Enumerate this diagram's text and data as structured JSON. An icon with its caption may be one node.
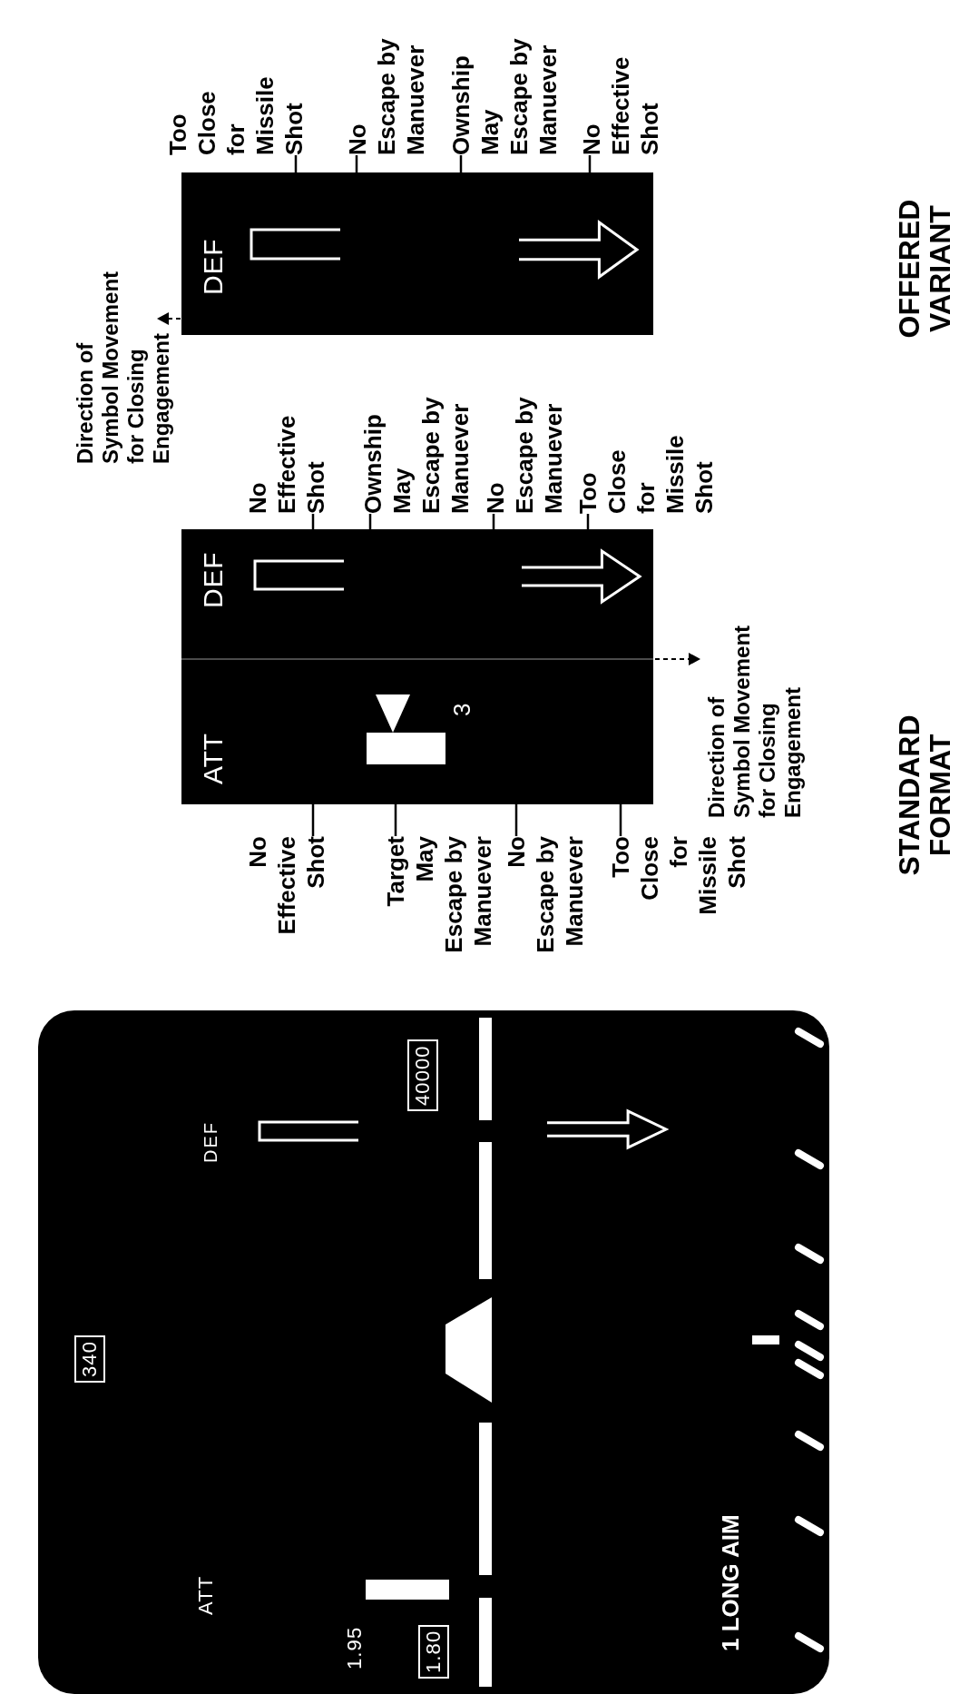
{
  "diagram": {
    "nodes": [
      {
        "text": [
          "ATT",
          "DEF",
          "3"
        ]
      },
      {
        "text": [
          "DEF"
        ]
      },
      {
        "text": [
          "No Effective Shot"
        ]
      },
      {
        "text": [
          "Target May Escape by Manuever"
        ]
      },
      {
        "text": [
          "No Escape by Manuever"
        ]
      },
      {
        "text": [
          "Too Close for Missile Shot"
        ]
      },
      {
        "text": [
          "No Effective Shot"
        ]
      },
      {
        "text": [
          "Ownship May Escape by Manuever"
        ]
      },
      {
        "text": [
          "No Escape by Manuever"
        ]
      },
      {
        "text": [
          "Too Close for Missile Shot"
        ]
      },
      {
        "text": [
          "Too Close for Missile Shot"
        ]
      },
      {
        "text": [
          "No Escape by Manuever"
        ]
      },
      {
        "text": [
          "Ownship May Escape by Manuever"
        ]
      },
      {
        "text": [
          "No Effective Shot"
        ]
      }
    ],
    "edges": [
      {
        "from": 2,
        "to": 0,
        "arrow": "none"
      },
      {
        "from": 3,
        "to": 0,
        "arrow": "none"
      },
      {
        "from": 4,
        "to": 0,
        "arrow": "none"
      },
      {
        "from": 5,
        "to": 0,
        "arrow": "none"
      },
      {
        "from": 6,
        "to": 0,
        "arrow": "none"
      },
      {
        "from": 7,
        "to": 0,
        "arrow": "none"
      },
      {
        "from": 8,
        "to": 0,
        "arrow": "none"
      },
      {
        "from": 9,
        "to": 0,
        "arrow": "none"
      },
      {
        "from": 10,
        "to": 1,
        "arrow": "none"
      },
      {
        "from": 11,
        "to": 1,
        "arrow": "none"
      },
      {
        "from": 12,
        "to": 1,
        "arrow": "none"
      },
      {
        "from": 13,
        "to": 1,
        "arrow": "none"
      }
    ],
    "labels": [
      "1.95",
      "1.80",
      "ATT",
      "340",
      "DEF",
      "40000",
      "1 LONG AIM",
      "Direction of Symbol Movement for Closing Engagement",
      "STANDARD FORMAT",
      "Direction of Symbol Movement for Closing Engagement",
      "OFFERED VARIANT"
    ]
  }
}
